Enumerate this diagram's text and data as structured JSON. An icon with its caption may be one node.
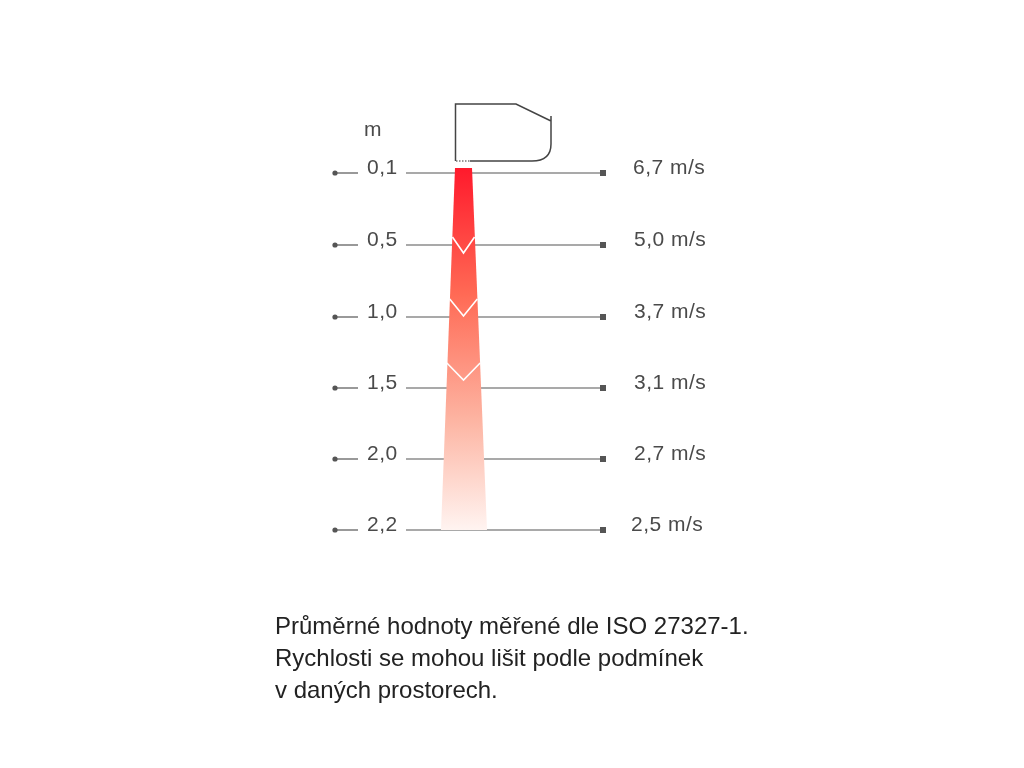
{
  "diagram": {
    "labels": [
      "m",
      "0,1",
      "6,7 m/s",
      "0,5",
      "5,0 m/s",
      "1,0",
      "3,7 m/s",
      "1,5",
      "3,1 m/s",
      "2,0",
      "2,7 m/s",
      "2,2",
      "2,5 m/s",
      "Průměrné hodnoty měřené dle ISO 27327-1.",
      "Rychlosti se mohou lišit podle podmínek v daných prostorech."
    ]
  }
}
